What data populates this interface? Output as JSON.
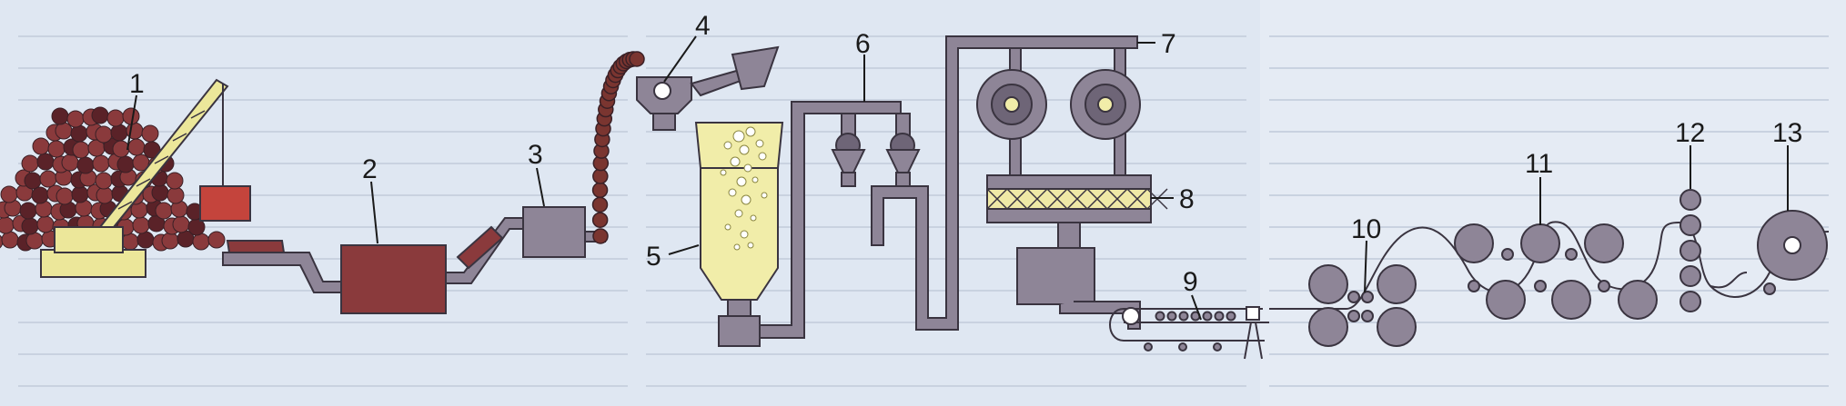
{
  "labels": {
    "l1": "1",
    "l2": "2",
    "l3": "3",
    "l4": "4",
    "l5": "5",
    "l6": "6",
    "l7": "7",
    "l8": "8",
    "l9": "9",
    "l10": "10",
    "l11": "11",
    "l12": "12",
    "l13": "13"
  },
  "colors": {
    "background": "#dfe7f2",
    "background_band": "#eaeef6",
    "machine": "#8e8597",
    "machine_dark": "#6e6577",
    "outline": "#3a3440",
    "crate": "#c4443c",
    "chip_pile": "#8a3a3c",
    "chip_pile_dark": "#5a2228",
    "crane": "#ece79a",
    "pulp": "#f1eda9",
    "press_felt": "#efe9a6",
    "roller_white": "#ffffff",
    "chain_chip": "#7a3530"
  },
  "icons": {
    "wood-chip-pile-with-crane": "crane unloading wood chips",
    "chip-bin": "storage container",
    "debarking-drum": "processing machine",
    "chip-hopper": "hopper",
    "pulp-digester": "vertical digester tank",
    "refiner": "paired conical refiners",
    "press-rolls": "pair of large press rolls",
    "press-belt": "cross-hatched felt belt",
    "wire-section": "forming wire with foils",
    "press-rollers": "press roll stack",
    "dryer-cylinders": "serpentine dryer cylinders",
    "calender-stack": "calender roll stack",
    "reel": "finished paper reel"
  }
}
